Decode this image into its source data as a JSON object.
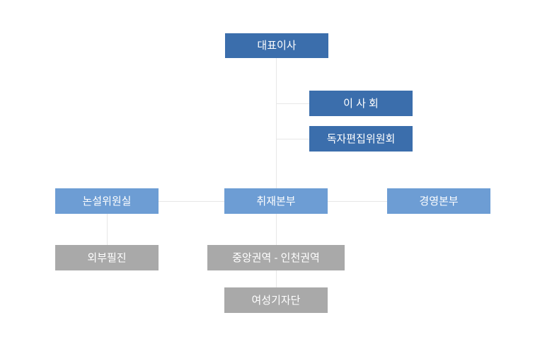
{
  "chart": {
    "type": "org-chart",
    "colors": {
      "primary_dark": "#3b6eac",
      "primary_light": "#6d9dd4",
      "gray": "#a9a9a9",
      "line": "#e7e7e7",
      "text": "#ffffff"
    },
    "nodes": [
      {
        "id": "ceo",
        "label": "대표이사",
        "tier": "executive",
        "color": "primary_dark"
      },
      {
        "id": "board-of-directors",
        "label": "이 사 회",
        "tier": "executive",
        "color": "primary_dark"
      },
      {
        "id": "readers-editorial-committee",
        "label": "독자편집위원회",
        "tier": "executive",
        "color": "primary_dark"
      },
      {
        "id": "editorial-writers-office",
        "label": "논설위원실",
        "tier": "division",
        "color": "primary_light"
      },
      {
        "id": "news-coverage-hq",
        "label": "취재본부",
        "tier": "division",
        "color": "primary_light"
      },
      {
        "id": "management-hq",
        "label": "경영본부",
        "tier": "division",
        "color": "primary_light"
      },
      {
        "id": "external-writers",
        "label": "외부필진",
        "tier": "unit",
        "color": "gray"
      },
      {
        "id": "central-incheon-region",
        "label": "중앙권역 - 인천권역",
        "tier": "unit",
        "color": "gray"
      },
      {
        "id": "women-reporters-group",
        "label": "여성기자단",
        "tier": "unit",
        "color": "gray"
      }
    ],
    "edges": [
      {
        "from": "ceo",
        "to": "news-coverage-hq"
      },
      {
        "from": "ceo",
        "to": "board-of-directors"
      },
      {
        "from": "ceo",
        "to": "readers-editorial-committee"
      },
      {
        "from": "news-coverage-hq",
        "to": "editorial-writers-office"
      },
      {
        "from": "news-coverage-hq",
        "to": "management-hq"
      },
      {
        "from": "editorial-writers-office",
        "to": "external-writers"
      },
      {
        "from": "news-coverage-hq",
        "to": "central-incheon-region"
      },
      {
        "from": "central-incheon-region",
        "to": "women-reporters-group"
      }
    ]
  }
}
